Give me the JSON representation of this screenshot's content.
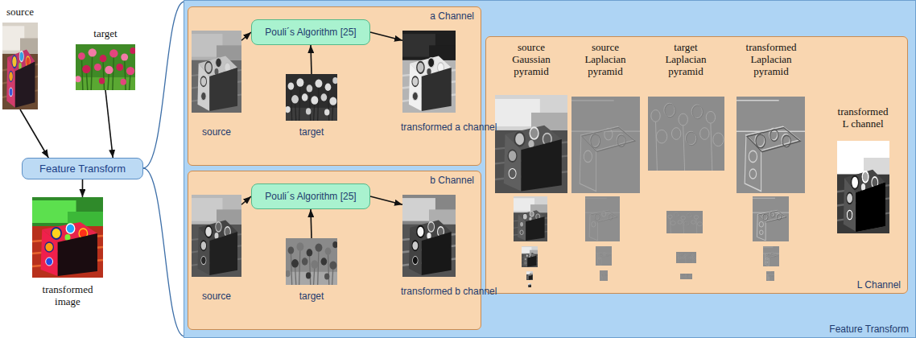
{
  "diagram": {
    "nodes": [
      {
        "text": [
          "source"
        ]
      },
      {
        "text": [
          "target"
        ]
      },
      {
        "text": [
          "Feature Transform"
        ]
      },
      {
        "text": [
          "transformed image"
        ]
      },
      {
        "text": [
          "Feature Transform"
        ]
      },
      {
        "text": [
          "a Channel"
        ],
        "in": 4
      },
      {
        "text": [
          "source"
        ],
        "in": 5
      },
      {
        "text": [
          "Pouli´s Algorithm [25]"
        ],
        "in": 5
      },
      {
        "text": [
          "target"
        ],
        "in": 5
      },
      {
        "text": [
          "transformed a channel"
        ],
        "in": 5
      },
      {
        "text": [
          "b Channel"
        ],
        "in": 4
      },
      {
        "text": [
          "source"
        ],
        "in": 10
      },
      {
        "text": [
          "Pouli´s Algorithm [25]"
        ],
        "in": 10
      },
      {
        "text": [
          "target"
        ],
        "in": 10
      },
      {
        "text": [
          "transformed b channel"
        ],
        "in": 10
      },
      {
        "text": [
          "L Channel"
        ],
        "in": 4
      }
    ],
    "edges": [
      {
        "from": 0,
        "to": 2,
        "arrow": "to"
      },
      {
        "from": 1,
        "to": 2,
        "arrow": "to"
      },
      {
        "from": 2,
        "to": 3,
        "arrow": "to"
      },
      {
        "from": 6,
        "to": 7,
        "arrow": "to"
      },
      {
        "from": 8,
        "to": 7,
        "arrow": "to"
      },
      {
        "from": 7,
        "to": 9,
        "arrow": "to"
      },
      {
        "from": 11,
        "to": 12,
        "arrow": "to"
      },
      {
        "from": 13,
        "to": 12,
        "arrow": "to"
      },
      {
        "from": 12,
        "to": 14,
        "arrow": "to"
      }
    ],
    "labels": [
      "source Gaussian pyramid",
      "source Laplacian pyramid",
      "target Laplacian pyramid",
      "transformed Laplacian pyramid",
      "transformed L channel"
    ]
  }
}
